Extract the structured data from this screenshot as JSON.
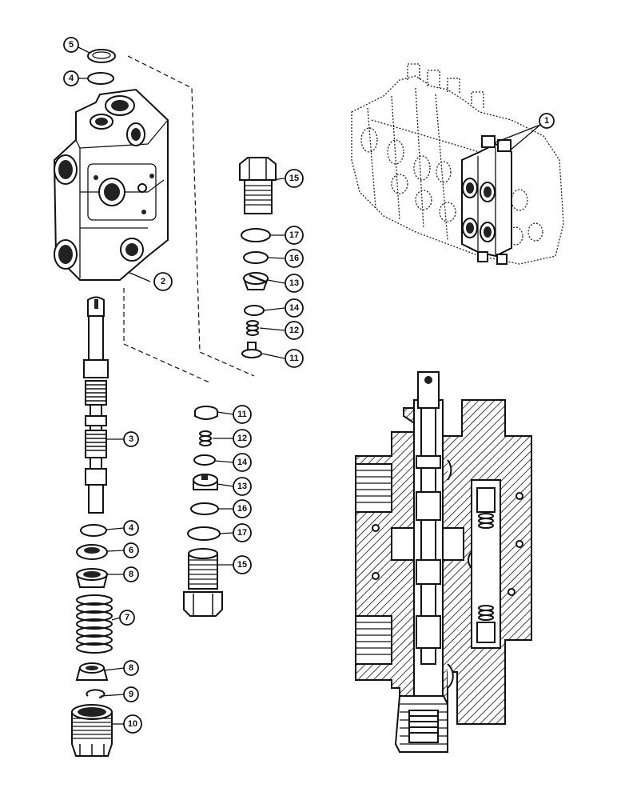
{
  "callouts": {
    "c5": "5",
    "c4a": "4",
    "c2": "2",
    "c3": "3",
    "c4b": "4",
    "c6": "6",
    "c8a": "8",
    "c7": "7",
    "c8b": "8",
    "c9": "9",
    "c10": "10",
    "c15a": "15",
    "c17a": "17",
    "c16a": "16",
    "c13a": "13",
    "c14a": "14",
    "c12a": "12",
    "c11a": "11",
    "c11b": "11",
    "c12b": "12",
    "c14b": "14",
    "c13b": "13",
    "c16b": "16",
    "c17b": "17",
    "c15b": "15",
    "c1": "1"
  }
}
